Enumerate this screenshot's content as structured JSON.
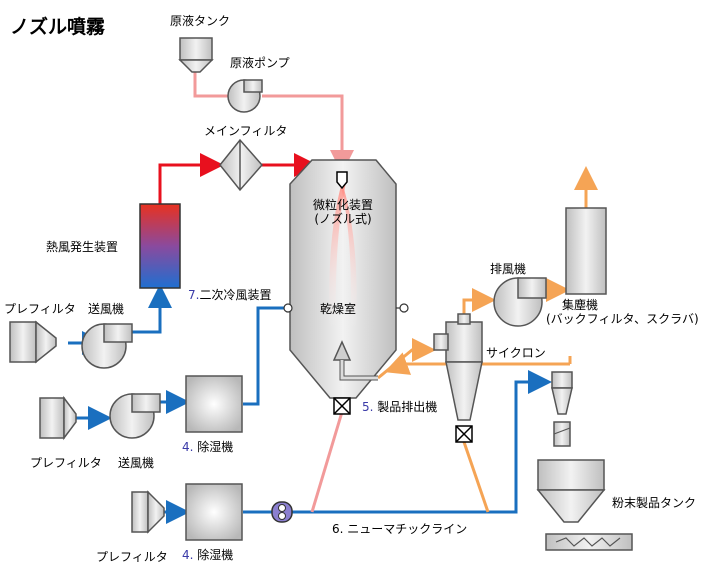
{
  "title": "ノズル噴霧",
  "labels": {
    "raw_tank": "原液タンク",
    "raw_pump": "原液ポンプ",
    "main_filter": "メインフィルタ",
    "atomizer_line1": "微粒化装置",
    "atomizer_line2": "(ノズル式)",
    "hot_air": "熱風発生装置",
    "prefilter_1": "プレフィルタ",
    "blower_1": "送風機",
    "secondary_cooling_num": "7.",
    "secondary_cooling": "二次冷風装置",
    "drying_chamber": "乾燥室",
    "exhaust_fan": "排風機",
    "dust_collector": "集塵機",
    "dust_collector_sub": "(バックフィルタ、スクラバ)",
    "cyclone": "サイクロン",
    "product_discharge_num": "5.",
    "product_discharge": "製品排出機",
    "prefilter_2": "プレフィルタ",
    "blower_2": "送風機",
    "dehumidifier_1_num": "4.",
    "dehumidifier_1": "除湿機",
    "prefilter_3": "プレフィルタ",
    "dehumidifier_2_num": "4.",
    "dehumidifier_2": "除湿機",
    "pneumatic_line": "6. ニューマチックライン",
    "powder_tank": "粉末製品タンク"
  },
  "colors": {
    "hot_air_line": "#e8101e",
    "raw_liquid_line": "#f29a9a",
    "cool_air_line": "#1a6fbf",
    "exhaust_line": "#f5a455",
    "equipment_fill": "#d6d6d6",
    "equipment_stroke": "#555555"
  }
}
